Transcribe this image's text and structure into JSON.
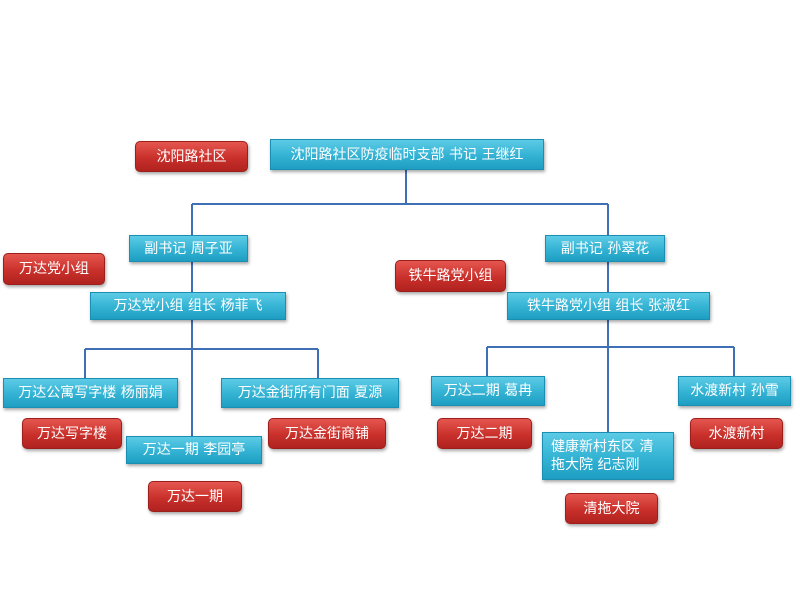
{
  "root": "沈阳路社区防疫临时支部 书记 王继红",
  "community_tag": "沈阳路社区",
  "left": {
    "deputy": "副书记 周子亚",
    "group_tag": "万达党小组",
    "group_leader": "万达党小组 组长 杨菲飞",
    "members": [
      {
        "leader": "万达公寓写字楼 杨丽娟",
        "tag": "万达写字楼"
      },
      {
        "leader": "万达一期 李园亭",
        "tag": "万达一期"
      },
      {
        "leader": "万达金街所有门面 夏源",
        "tag": "万达金街商铺"
      }
    ]
  },
  "right": {
    "deputy": "副书记 孙翠花",
    "group_tag": "铁牛路党小组",
    "group_leader": "铁牛路党小组 组长 张淑红",
    "members": [
      {
        "leader": "万达二期 葛冉",
        "tag": "万达二期"
      },
      {
        "leader": "健康新村东区 清拖大院 纪志刚",
        "tag": "清拖大院"
      },
      {
        "leader": "水渡新村 孙雪",
        "tag": "水渡新村"
      }
    ]
  },
  "colors": {
    "node_blue": "#33b2d3",
    "tag_red": "#c9302b",
    "line": "#3f6fb5"
  }
}
